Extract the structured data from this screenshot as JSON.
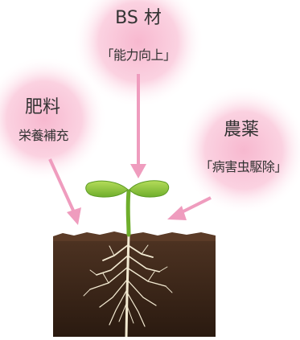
{
  "diagram": {
    "inputs": [
      {
        "id": "bs",
        "title": "BS 材",
        "subtitle": "「能力向上」"
      },
      {
        "id": "fertilizer",
        "title": "肥料",
        "subtitle": "栄養補充"
      },
      {
        "id": "pesticide",
        "title": "農薬",
        "subtitle": "「病害虫駆除」"
      }
    ],
    "colors": {
      "bubble_center": "#f7b8cf",
      "bubble_edge": "#ffffff",
      "arrow": "#ef9cbe",
      "soil_top": "#4e3322",
      "soil_bottom": "#2a1a10",
      "leaf": "#8cc63f",
      "leaf_dark": "#5c9a24",
      "root": "#f3ead2"
    }
  }
}
